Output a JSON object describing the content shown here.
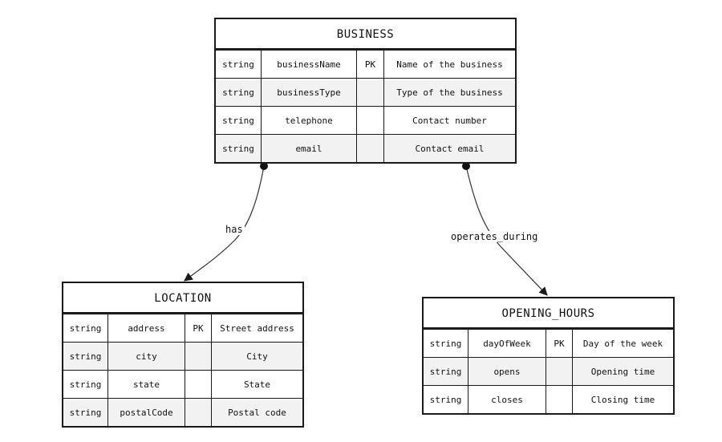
{
  "entities": {
    "business": {
      "title": "BUSINESS",
      "rows": [
        {
          "type": "string",
          "name": "businessName",
          "key": "PK",
          "comment": "Name of the business"
        },
        {
          "type": "string",
          "name": "businessType",
          "key": "",
          "comment": "Type of the business"
        },
        {
          "type": "string",
          "name": "telephone",
          "key": "",
          "comment": "Contact number"
        },
        {
          "type": "string",
          "name": "email",
          "key": "",
          "comment": "Contact email"
        }
      ]
    },
    "location": {
      "title": "LOCATION",
      "rows": [
        {
          "type": "string",
          "name": "address",
          "key": "PK",
          "comment": "Street address"
        },
        {
          "type": "string",
          "name": "city",
          "key": "",
          "comment": "City"
        },
        {
          "type": "string",
          "name": "state",
          "key": "",
          "comment": "State"
        },
        {
          "type": "string",
          "name": "postalCode",
          "key": "",
          "comment": "Postal code"
        }
      ]
    },
    "opening_hours": {
      "title": "OPENING_HOURS",
      "rows": [
        {
          "type": "string",
          "name": "dayOfWeek",
          "key": "PK",
          "comment": "Day of the week"
        },
        {
          "type": "string",
          "name": "opens",
          "key": "",
          "comment": "Opening time"
        },
        {
          "type": "string",
          "name": "closes",
          "key": "",
          "comment": "Closing time"
        }
      ]
    }
  },
  "relationships": {
    "has": {
      "label": "has",
      "from": "business",
      "to": "location"
    },
    "operates_during": {
      "label": "operates_during",
      "from": "business",
      "to": "opening_hours"
    }
  }
}
